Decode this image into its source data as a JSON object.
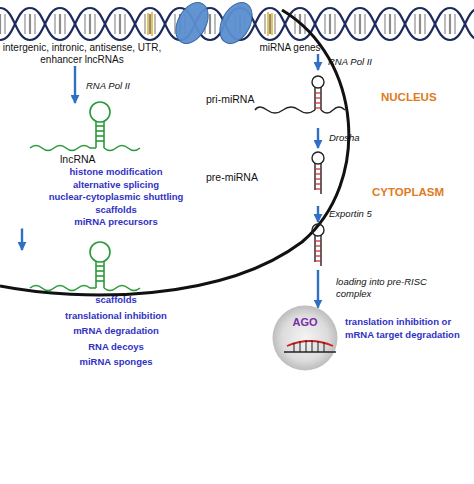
{
  "diagram": {
    "nodes": [
      {
        "text": [
          "intergenic, intronic, antisense, UTR, enhancer lncRNAs"
        ]
      },
      {
        "text": [
          "miRNA genes"
        ]
      },
      {
        "text": [
          "lncRNA",
          "histone modification",
          "alternative splicing",
          "nuclear-cytoplasmic shuttling",
          "scaffolds",
          "miRNA precursors"
        ]
      },
      {
        "text": [
          "pri-miRNA"
        ]
      },
      {
        "text": [
          "pre-miRNA"
        ]
      },
      {
        "text": [
          "scaffolds",
          "translational inhibition",
          "mRNA degradation",
          "RNA decoys",
          "miRNA sponges"
        ]
      },
      {
        "text": [
          "AGO"
        ]
      }
    ],
    "edges": [
      {
        "from": 0,
        "to": 2,
        "arrow": "to",
        "label": "RNA Pol II"
      },
      {
        "from": 2,
        "to": 5,
        "arrow": "to"
      },
      {
        "from": 1,
        "to": 3,
        "arrow": "to",
        "label": "RNA Pol II"
      },
      {
        "from": 3,
        "to": 4,
        "arrow": "to",
        "label": "Drosha"
      },
      {
        "from": 4,
        "to": 6,
        "arrow": "to",
        "label": "Exportin 5"
      }
    ],
    "labels": [
      "NUCLEUS",
      "CYTOPLASM",
      "loading into pre-RISC complex",
      "translation inhibition or mRNA target degradation"
    ]
  }
}
